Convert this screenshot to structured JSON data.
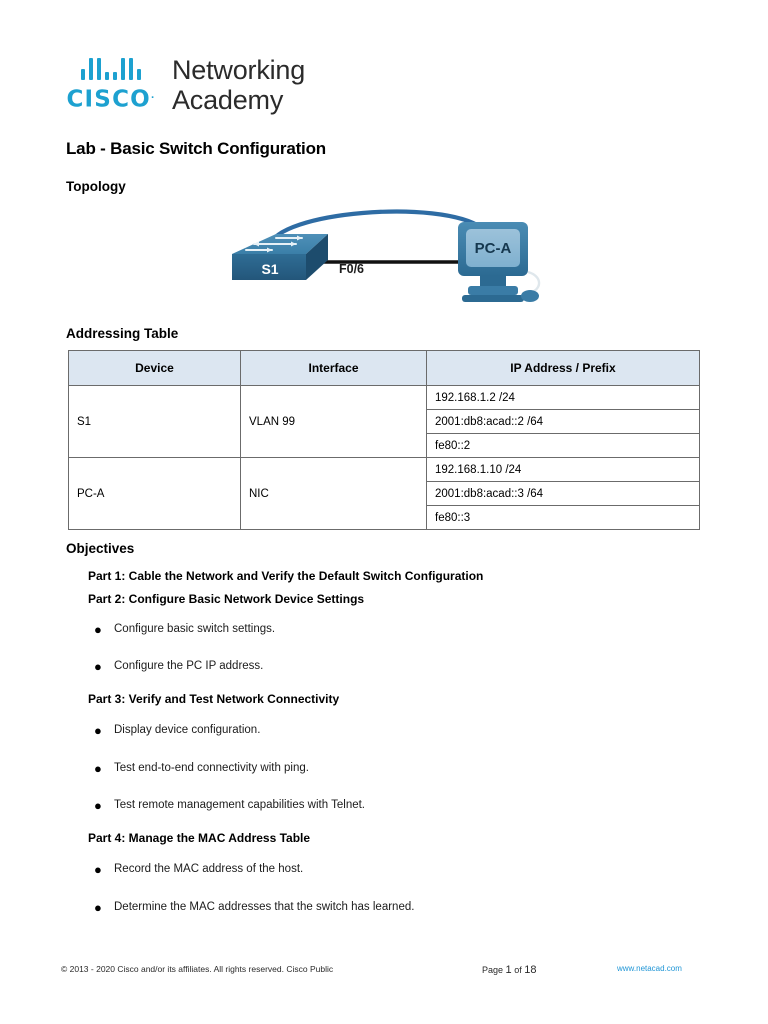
{
  "brand": {
    "logo_bars_icon": "cisco-bridge-bars-icon",
    "cisco_word": "CISCO",
    "cisco_trademark": ".",
    "line1": "Networking",
    "line2": "Academy"
  },
  "document": {
    "title": "Lab - Basic Switch Configuration",
    "sections": {
      "topology": "Topology",
      "addressing": "Addressing Table",
      "objectives": "Objectives"
    }
  },
  "topology": {
    "switch_label": "S1",
    "pc_label": "PC-A",
    "interface_label": "F0/6",
    "switch_icon": "network-switch-icon",
    "pc_icon": "desktop-computer-icon",
    "console_cable_color": "#2e6ca4",
    "ethernet_cable_color": "#111111"
  },
  "addressing_table": {
    "headers": [
      "Device",
      "Interface",
      "IP Address / Prefix"
    ],
    "rows": [
      {
        "device": "S1",
        "interface": "VLAN 99",
        "addresses": [
          "192.168.1.2 /24",
          "2001:db8:acad::2 /64",
          "fe80::2"
        ]
      },
      {
        "device": "PC-A",
        "interface": "NIC",
        "addresses": [
          "192.168.1.10 /24",
          "2001:db8:acad::3 /64",
          "fe80::3"
        ]
      }
    ]
  },
  "objectives": [
    {
      "part": "Part 1: Cable the Network and Verify the Default Switch Configuration",
      "bullets": []
    },
    {
      "part": "Part 2: Configure Basic Network Device Settings",
      "bullets": [
        "Configure basic switch settings.",
        "Configure the PC IP address."
      ]
    },
    {
      "part": "Part 3: Verify and Test Network Connectivity",
      "bullets": [
        "Display device configuration.",
        "Test end-to-end connectivity with ping.",
        "Test remote management capabilities with Telnet."
      ]
    },
    {
      "part": "Part 4: Manage the MAC Address Table",
      "bullets": [
        "Record the MAC address of the host.",
        "Determine the MAC addresses that the switch has learned."
      ]
    }
  ],
  "footer": {
    "copyright": "© 2013 - 2020 Cisco and/or its affiliates. All rights reserved. Cisco Public",
    "page_prefix": "Page",
    "page_number": "1",
    "page_of": "of",
    "page_total": "18",
    "link": "www.netacad.com",
    "link_color": "#2196d6"
  }
}
